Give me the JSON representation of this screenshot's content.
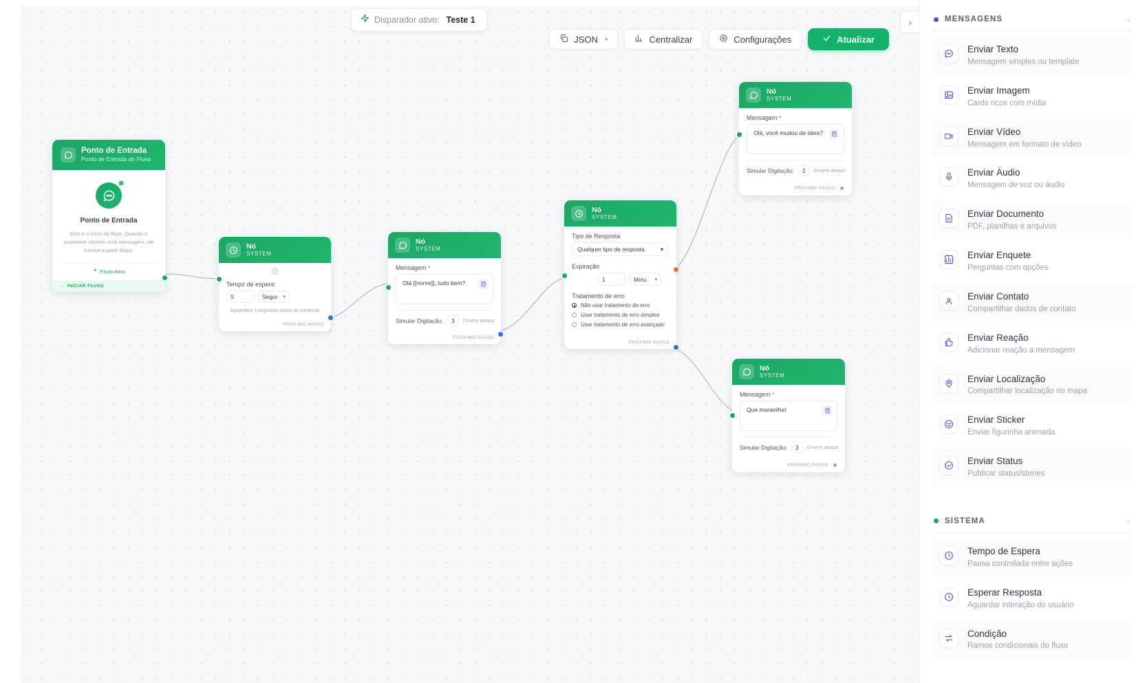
{
  "toast": {
    "icon": "lightning-icon",
    "label": "Disparador ativo:",
    "value": "Teste 1"
  },
  "toolbar": {
    "json_label": "JSON",
    "centralizar_label": "Centralizar",
    "configuracoes_label": "Configurações",
    "atualizar_label": "Atualizar"
  },
  "nodes": {
    "entry": {
      "title": "Ponto de Entrada",
      "subtitle": "Ponto de Entrada do Fluxo",
      "body_title": "Ponto de Entrada",
      "body_desc": "Este é o início do fluxo. Quando o assistente receber uma mensagem, ele iniciará a partir daqui.",
      "status": "Fluxo Ativo",
      "footer": "INICIAR FLUXO"
    },
    "wait": {
      "title": "Nó",
      "subtitle": "SYSTEM",
      "field_label": "Tempo de espera:",
      "value": "5",
      "unit": "Segur",
      "hint": "Aguardará 5 segundos antes de continuar",
      "footer": "PRÓXIMO PASSO"
    },
    "msg1": {
      "title": "Nó",
      "subtitle": "SYSTEM",
      "field_label": "Mensagem",
      "message": "Olá [[nome]], tudo bem?",
      "typing_label": "Simular Digitação:",
      "typing_value": "3",
      "typing_hint": "0=sem atraso",
      "footer": "PRÓXIMO PASSO"
    },
    "resp": {
      "title": "Nó",
      "subtitle": "SYSTEM",
      "type_label": "Tipo de Resposta",
      "type_value": "Qualquer tipo de resposta",
      "exp_label": "Expiração",
      "exp_value": "1",
      "exp_unit": "Minu",
      "err_label": "Tratamento de erro",
      "err_options": [
        "Não usar tratamento de erro",
        "Usar tratamento de erro simples",
        "Usar tratamento de erro avançado"
      ],
      "footer": "PRÓXIMO PASSO"
    },
    "msg2": {
      "title": "Nó",
      "subtitle": "SYSTEM",
      "field_label": "Mensagem",
      "message": "Olá, você mudou de ideia?",
      "typing_label": "Simular Digitação:",
      "typing_value": "2",
      "typing_hint": "0=sem atraso",
      "footer": "PRÓXIMO PASSO"
    },
    "msg3": {
      "title": "Nó",
      "subtitle": "SYSTEM",
      "field_label": "Mensagem",
      "message": "Que maravilha!",
      "typing_label": "Simular Digitação:",
      "typing_value": "3",
      "typing_hint": "0=sem atraso",
      "footer": "PRÓXIMO PASSO"
    }
  },
  "sidebar": {
    "sections": [
      {
        "title": "MENSAGENS",
        "dot_color": "#4b4fd6",
        "items": [
          {
            "icon": "chat-bubble-icon",
            "title": "Enviar Texto",
            "sub": "Mensagem simples ou template"
          },
          {
            "icon": "image-icon",
            "title": "Enviar Imagem",
            "sub": "Cards ricos com mídia"
          },
          {
            "icon": "video-icon",
            "title": "Enviar Vídeo",
            "sub": "Mensagem em formato de vídeo"
          },
          {
            "icon": "microphone-icon",
            "title": "Enviar Áudio",
            "sub": "Mensagem de voz ou áudio"
          },
          {
            "icon": "document-icon",
            "title": "Enviar Documento",
            "sub": "PDF, planilhas e arquivos"
          },
          {
            "icon": "poll-icon",
            "title": "Enviar Enquete",
            "sub": "Perguntas com opções"
          },
          {
            "icon": "contact-icon",
            "title": "Enviar Contato",
            "sub": "Compartilhar dados de contato"
          },
          {
            "icon": "thumbs-up-icon",
            "title": "Enviar Reação",
            "sub": "Adicionar reação a mensagem"
          },
          {
            "icon": "location-pin-icon",
            "title": "Enviar Localização",
            "sub": "Compartilhar localização no mapa"
          },
          {
            "icon": "smiley-icon",
            "title": "Enviar Sticker",
            "sub": "Enviar figurinha animada"
          },
          {
            "icon": "check-circle-icon",
            "title": "Enviar Status",
            "sub": "Publicar status/stories"
          }
        ]
      },
      {
        "title": "SISTEMA",
        "dot_color": "#16a866",
        "items": [
          {
            "icon": "clock-icon",
            "title": "Tempo de Espera",
            "sub": "Pausa controlada entre ações"
          },
          {
            "icon": "clock-icon",
            "title": "Esperar Resposta",
            "sub": "Aguardar interação do usuário"
          },
          {
            "icon": "swap-arrows-icon",
            "title": "Condição",
            "sub": "Ramos condicionais do fluxo"
          }
        ]
      }
    ]
  },
  "colors": {
    "accent_green": "#16a866",
    "accent_indigo": "#4b4fd6",
    "node_header": "#1aa864"
  }
}
